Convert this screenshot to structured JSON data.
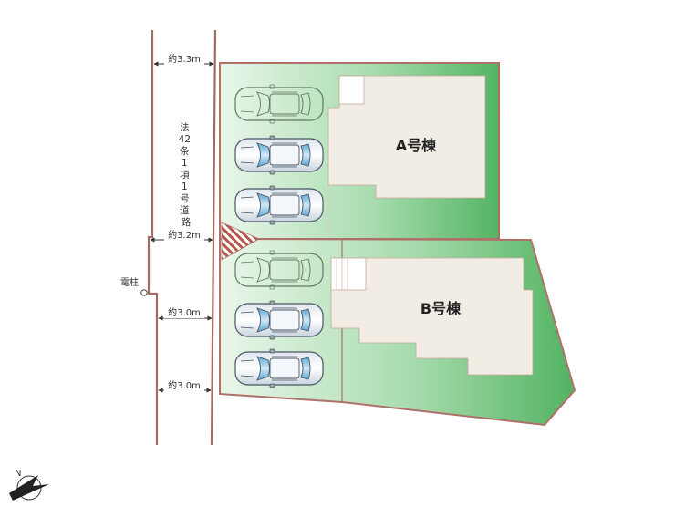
{
  "road": {
    "label_chars": [
      "法",
      "42",
      "条",
      "1",
      "項",
      "1",
      "号",
      "道",
      "路"
    ],
    "widths": [
      "約3.3m",
      "約3.2m",
      "約3.0m",
      "約3.0m"
    ]
  },
  "utility_pole": {
    "label": "電柱"
  },
  "buildings": [
    {
      "label": "A号棟"
    },
    {
      "label": "B号棟"
    }
  ],
  "parking": {
    "cars": [
      {
        "lot": "A",
        "style": "outline"
      },
      {
        "lot": "A",
        "style": "filled"
      },
      {
        "lot": "A",
        "style": "filled"
      },
      {
        "lot": "B",
        "style": "outline"
      },
      {
        "lot": "B",
        "style": "filled"
      },
      {
        "lot": "B",
        "style": "filled"
      }
    ]
  },
  "compass": {
    "icon": "north-arrow-icon",
    "label": "N"
  },
  "colors": {
    "lot_fill_light": "#e8f5e9",
    "lot_fill_dark": "#5dbb6b",
    "lot_border": "#b0706a",
    "building_fill": "#f1ece4",
    "road_line": "#a36c63",
    "hatch": "#b5584b"
  }
}
